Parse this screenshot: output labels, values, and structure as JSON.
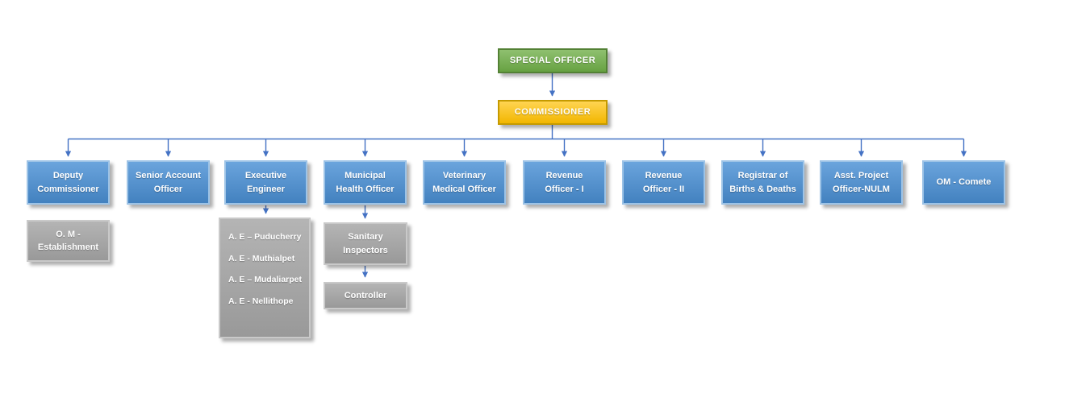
{
  "org_chart": {
    "special_officer": {
      "label": "SPECIAL OFFICER"
    },
    "commissioner": {
      "label": "COMMISSIONER"
    },
    "officers": [
      {
        "label": "Deputy\nCommissioner"
      },
      {
        "label": "Senior Account\nOfficer"
      },
      {
        "label": "Executive\nEngineer"
      },
      {
        "label": "Municipal\nHealth Officer"
      },
      {
        "label": "Veterinary\nMedical Officer"
      },
      {
        "label": "Revenue\nOfficer - I"
      },
      {
        "label": "Revenue\nOfficer - II"
      },
      {
        "label": "Registrar of\nBirths & Deaths"
      },
      {
        "label": "Asst. Project\nOfficer-NULM"
      },
      {
        "label": "OM - Comete"
      }
    ],
    "sub_units": {
      "om_establishment": {
        "label": "O. M -\nEstablishment"
      },
      "assistant_engineers": {
        "items": [
          "A. E – Puducherry",
          "A. E - Muthialpet",
          "A. E – Mudaliarpet",
          "A. E - Nellithope"
        ]
      },
      "sanitary_inspectors": {
        "label": "Sanitary\nInspectors"
      },
      "controller": {
        "label": "Controller"
      }
    },
    "colors": {
      "special_officer_fill": "#6fae47",
      "special_officer_border": "#538135",
      "commissioner_fill": "#ffc000",
      "commissioner_border": "#c59a00",
      "officer_fill": "#4a90d5",
      "officer_border": "#9dc3e6",
      "sub_fill": "#a6a6a6",
      "sub_border": "#c9c9c9",
      "connector": "#4472c4"
    }
  }
}
